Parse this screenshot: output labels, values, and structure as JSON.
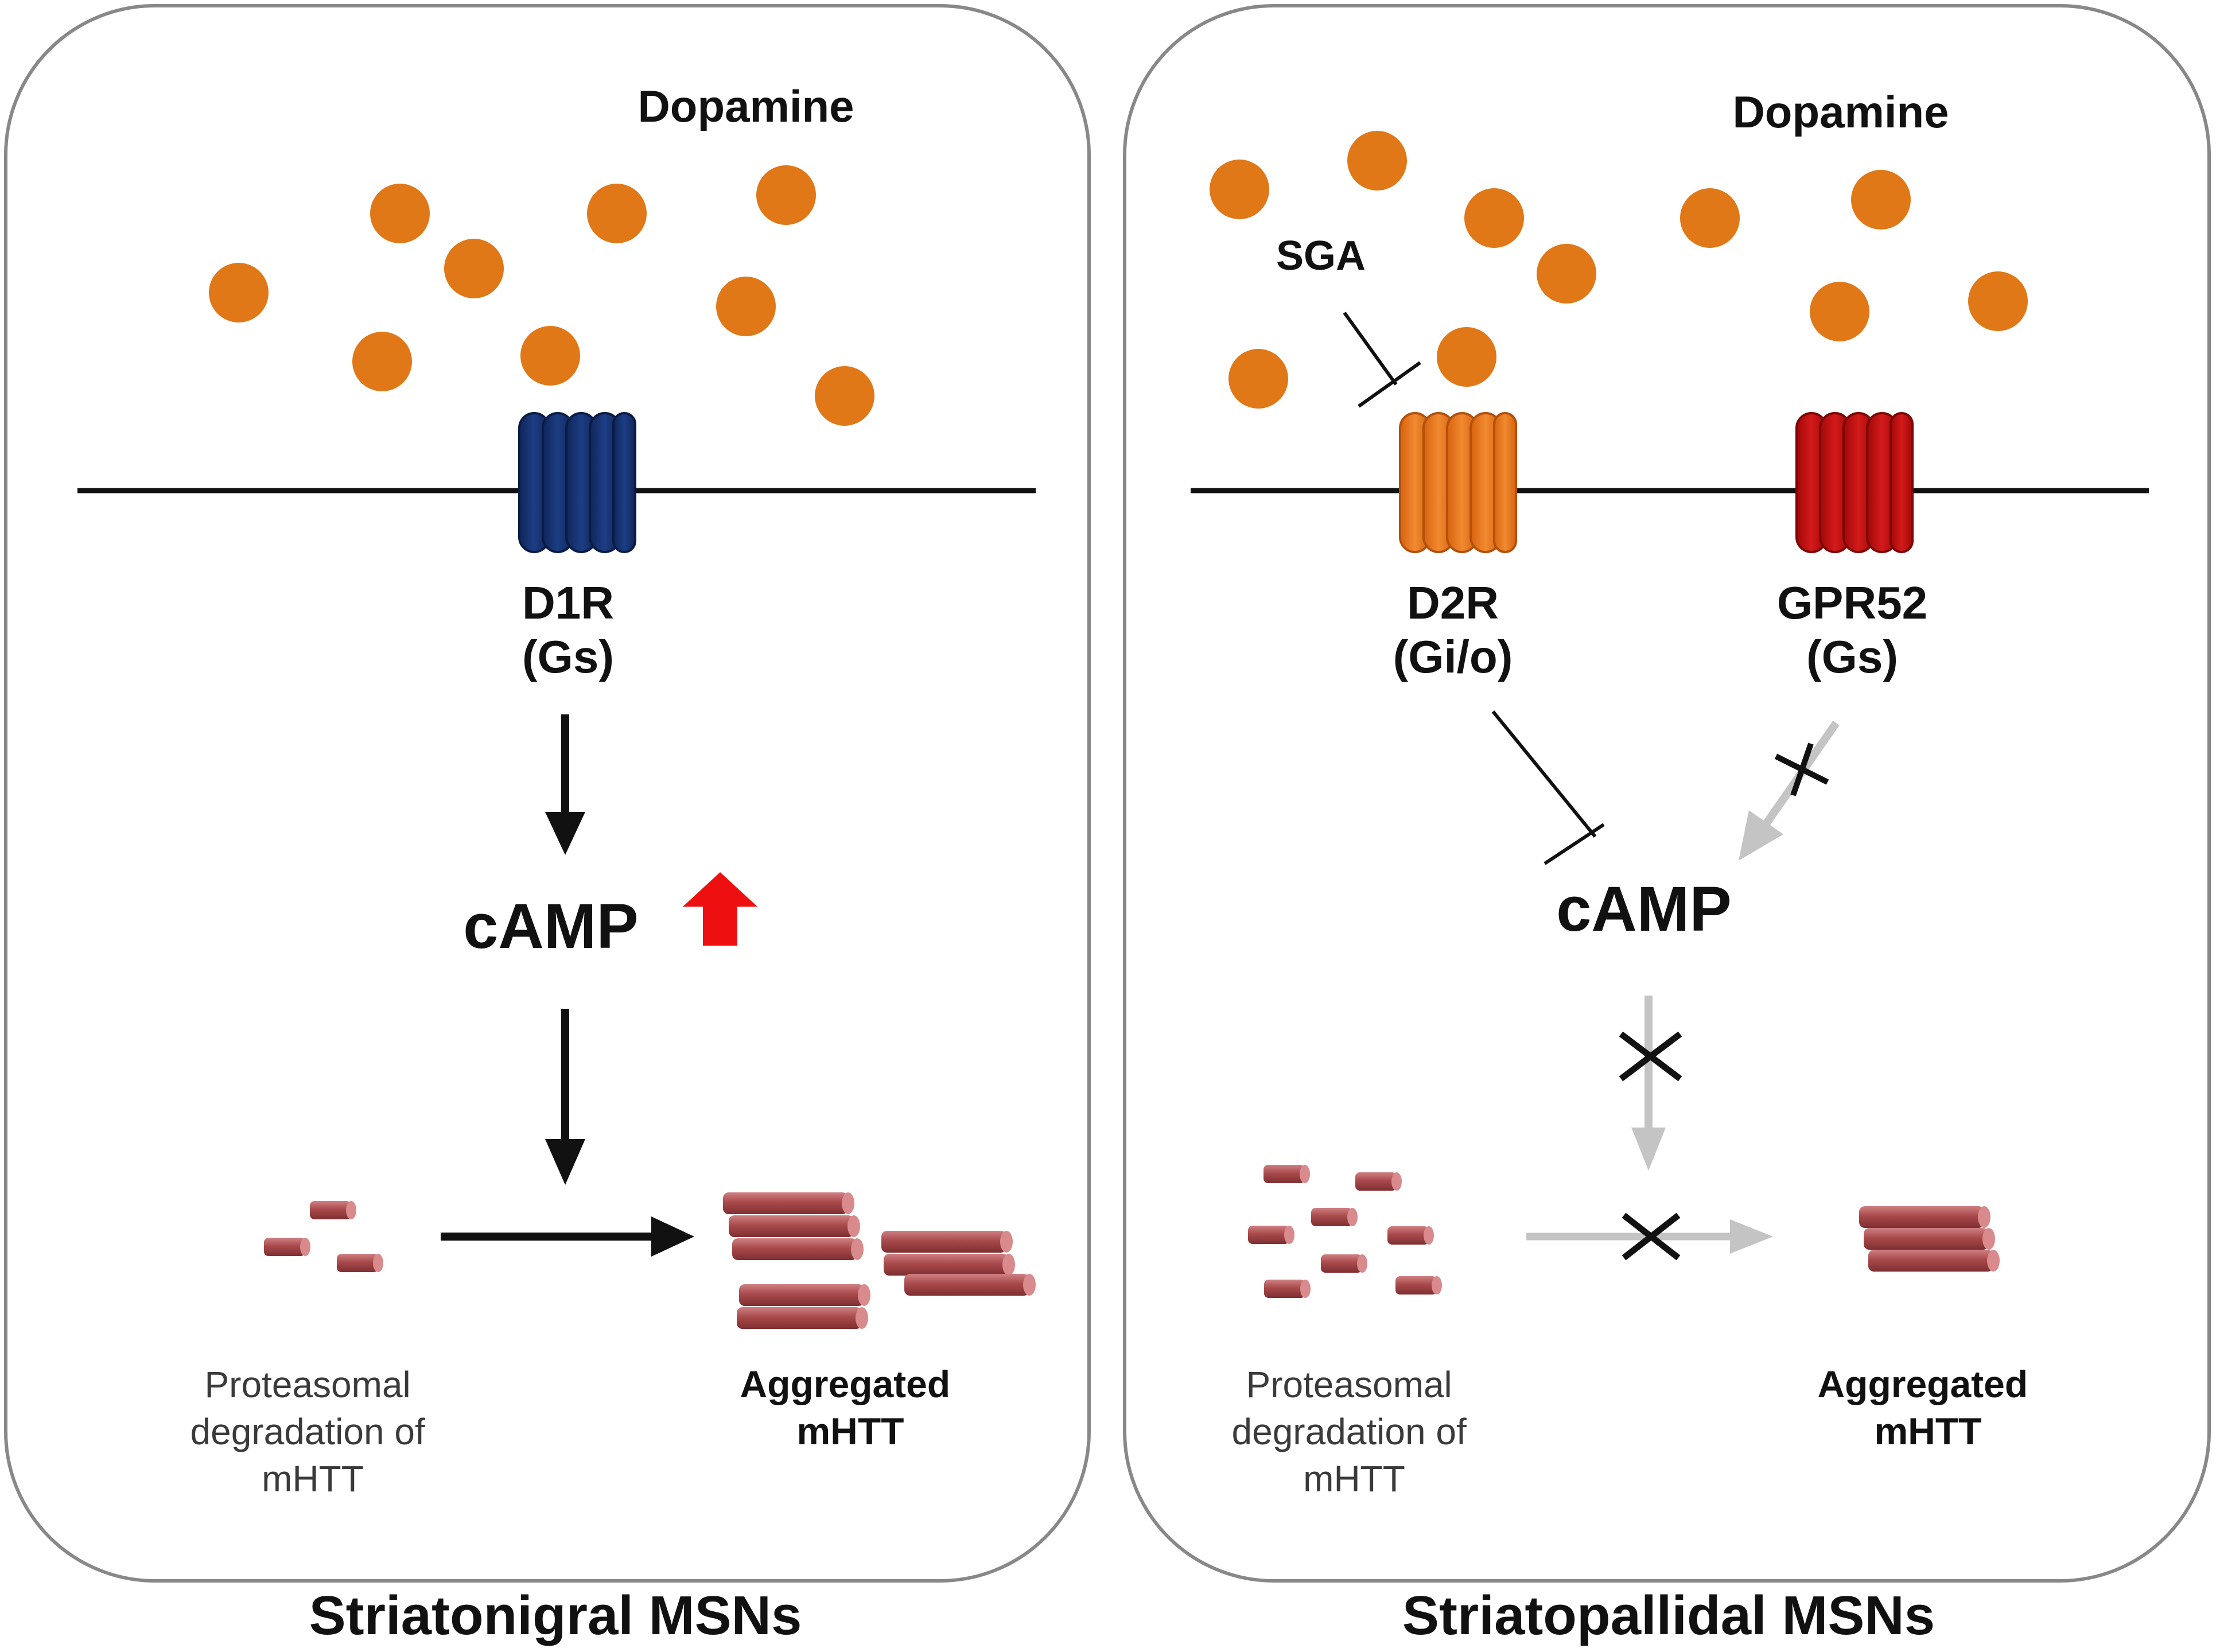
{
  "left_panel": {
    "caption": "Striatonigral MSNs",
    "dopamine_label": "Dopamine",
    "receptor_name": "D1R",
    "receptor_coupling": "(Gs)",
    "camp_label": "cAMP",
    "degradation_label": [
      "Proteasomal",
      "degradation of",
      "mHTT"
    ],
    "aggregated_label": [
      "Aggregated",
      "mHTT"
    ]
  },
  "right_panel": {
    "caption": "Striatopallidal MSNs",
    "dopamine_label": "Dopamine",
    "drug_label": "SGA",
    "receptor1_name": "D2R",
    "receptor1_coupling": "(Gi/o)",
    "receptor2_name": "GPR52",
    "receptor2_coupling": "(Gs)",
    "camp_label": "cAMP",
    "degradation_label": [
      "Proteasomal",
      "degradation of",
      "mHTT"
    ],
    "aggregated_label": [
      "Aggregated",
      "mHTT"
    ]
  },
  "colors": {
    "dopamine": "#e07818",
    "d1r": "#15306e",
    "d2r": "#e8761c",
    "gpr52": "#c00f0f",
    "up_arrow": "#ee1010",
    "htt_rod": "#a94a4c",
    "inactive_arrow": "#c4c4c4",
    "panel_border": "#888888"
  },
  "icons": {
    "camp_increase": "red-up-arrow-icon",
    "blocked": "x-cross-icon"
  }
}
